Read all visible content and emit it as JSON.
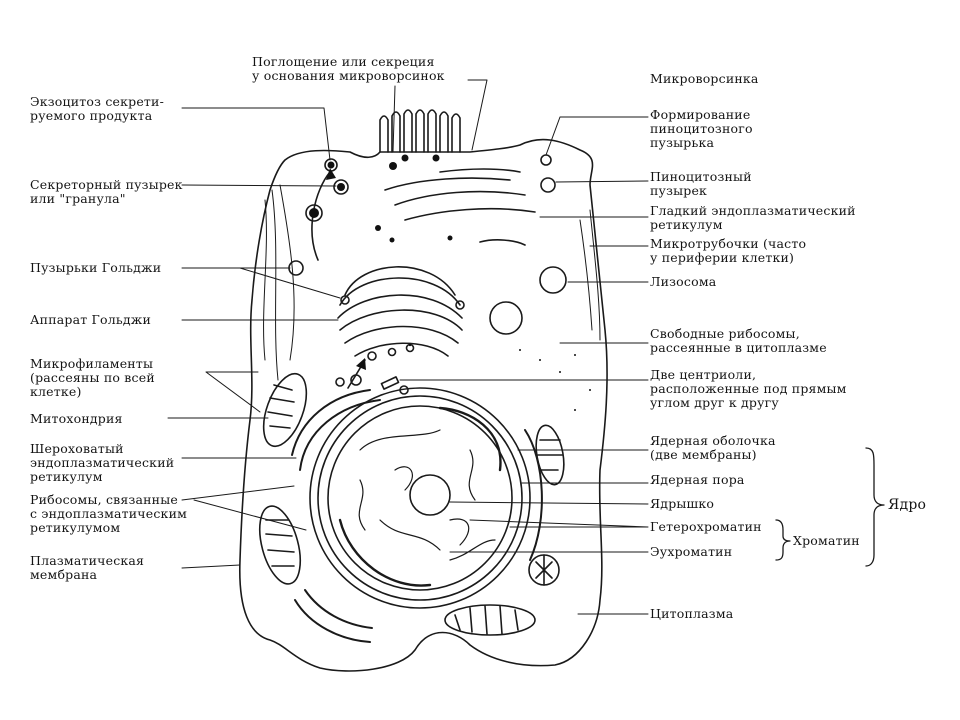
{
  "labels": {
    "absorption": "Поглощение или секреция\nу основания микроворсинок",
    "microvillus": "Микроворсинка",
    "exocytosis": "Экзоцитоз секрети-\nруемого продукта",
    "pino_forming": "Формирование\nпиноцитозного\nпузырька",
    "secretory": "Секреторный пузырек\nили \"гранула\"",
    "pino_vesicle": "Пиноцитозный\nпузырек",
    "smooth_er": "Гладкий эндоплазматический\nретикулум",
    "microtubules": "Микротрубочки (часто\nу периферии клетки)",
    "golgi_vesicles": "Пузырьки Гольджи",
    "lysosome": "Лизосома",
    "golgi": "Аппарат Гольджи",
    "free_ribosomes": "Свободные рибосомы,\nрассеянные в цитоплазме",
    "microfilaments": "Микрофиламенты\n(рассеяны по всей\nклетке)",
    "centrioles": "Две центриоли,\nрасположенные под прямым\nуглом друг к другу",
    "mitochondrion": "Митохондрия",
    "rough_er": "Шероховатый\nэндоплазматический\nретикулум",
    "nuclear_envelope": "Ядерная оболочка\n(две мембраны)",
    "nuclear_pore": "Ядерная пора",
    "bound_ribosomes": "Рибосомы, связанные\nс эндоплазматическим\nретикулумом",
    "nucleolus": "Ядрышко",
    "nucleus": "Ядро",
    "heterochromatin": "Гетерохроматин",
    "chromatin": "Хроматин",
    "plasma_membrane": "Плазматическая\nмембрана",
    "euchromatin": "Эухроматин",
    "cytoplasm": "Цитоплазма"
  }
}
